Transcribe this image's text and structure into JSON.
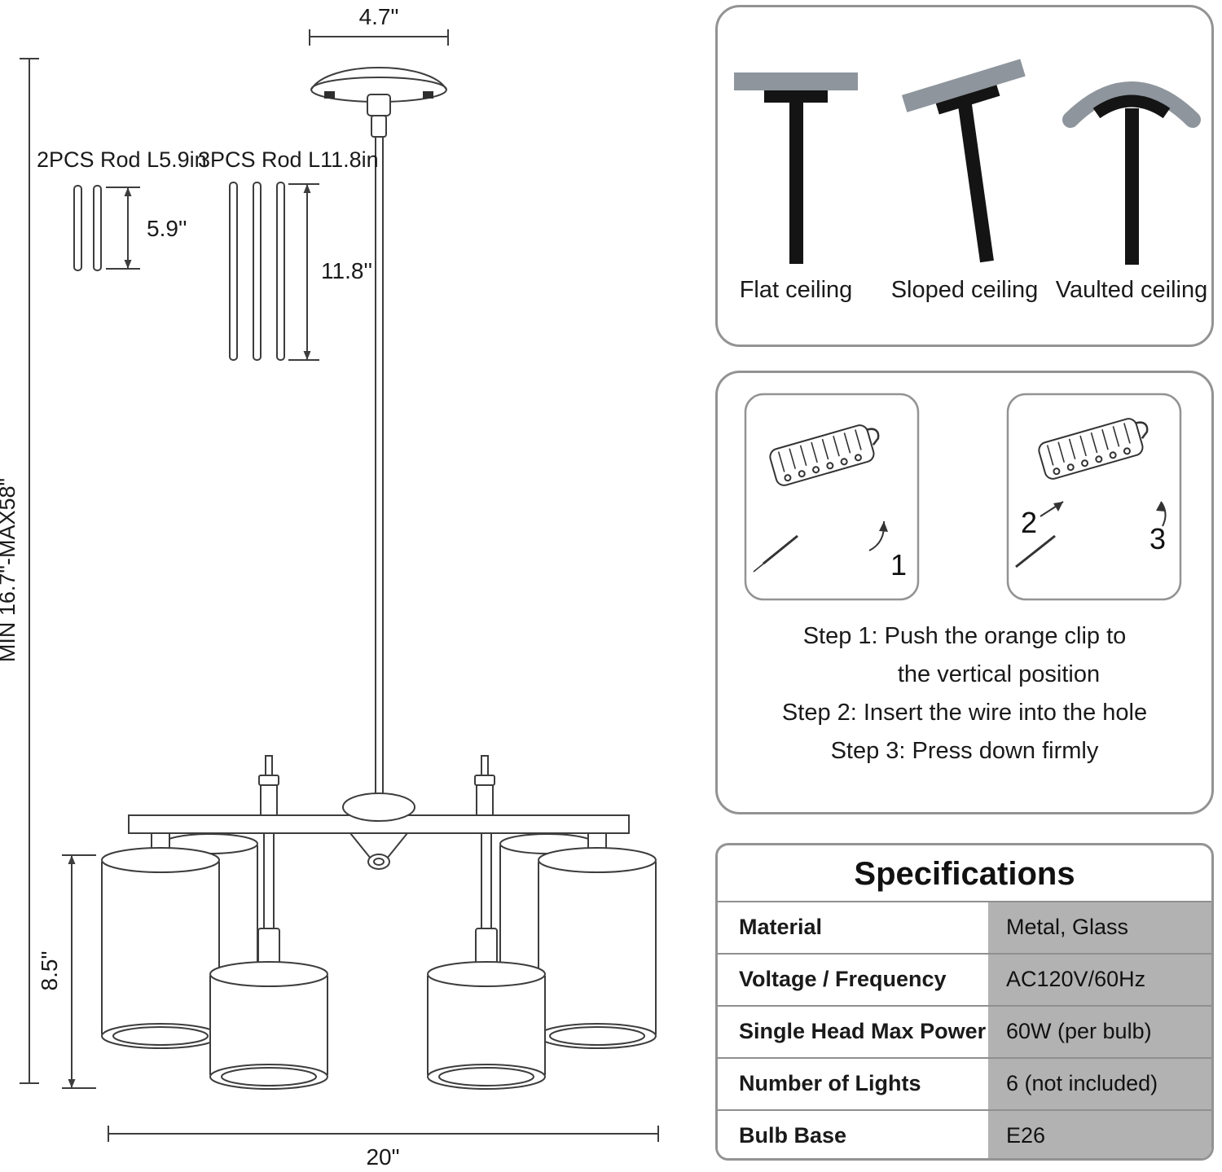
{
  "diagram": {
    "dim_canopy": "4.7\"",
    "rod2_label": "2PCS Rod L5.9in",
    "rod3_label": "3PCS Rod L11.8in",
    "dim_rod2": "5.9''",
    "dim_rod3": "11.8''",
    "dim_height_range": "MIN 16.7\"-MAX58\"",
    "dim_shade_height": "8.5\"",
    "dim_width": "20\""
  },
  "ceiling_panel": {
    "labels": [
      "Flat ceiling",
      "Sloped ceiling",
      "Vaulted ceiling"
    ]
  },
  "steps_panel": {
    "step_numbers": [
      "1",
      "2",
      "3"
    ],
    "lines": [
      "Step 1: Push the orange clip to",
      "the vertical position",
      "Step 2: Insert the wire into the hole",
      "Step 3: Press down firmly"
    ]
  },
  "specs": {
    "title": "Specifications",
    "rows": [
      {
        "label": "Material",
        "value": "Metal, Glass"
      },
      {
        "label": "Voltage / Frequency",
        "value": "AC120V/60Hz"
      },
      {
        "label": "Single Head Max Power",
        "value": "60W (per bulb)"
      },
      {
        "label": "Number of Lights",
        "value": "6 (not included)"
      },
      {
        "label": "Bulb Base",
        "value": "E26"
      }
    ]
  },
  "colors": {
    "line_art": "#3d3d3d",
    "ceiling_gray": "#8e959c",
    "mount_black": "#141414",
    "spec_value_bg": "#b2b2b2",
    "panel_border": "#939393"
  }
}
